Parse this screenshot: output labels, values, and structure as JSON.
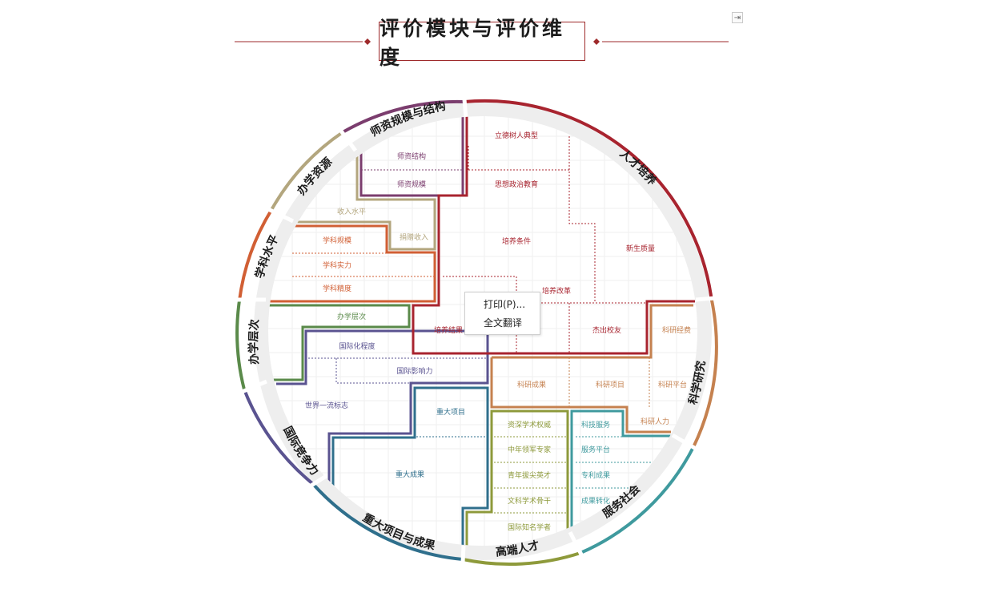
{
  "title": "评价模块与评价维度",
  "context_menu": {
    "items": [
      "打印(P)...",
      "全文翻译"
    ]
  },
  "icons": {
    "corner": "export-icon"
  },
  "colors": {
    "title_border": "#9e2a2b",
    "ring_bg": "#eeeeee",
    "talent": "#a8242f",
    "research": "#c5814f",
    "service": "#3f9a9e",
    "high_talent": "#8e9a3b",
    "major": "#2f6f8c",
    "compete": "#5a5390",
    "level": "#5a8a4a",
    "discipline": "#d15f34",
    "resources": "#b3a67e",
    "faculty": "#7b3d6e"
  },
  "modules": [
    {
      "key": "talent",
      "label": "人才培养"
    },
    {
      "key": "research",
      "label": "科学研究"
    },
    {
      "key": "service",
      "label": "服务社会"
    },
    {
      "key": "high_talent",
      "label": "高端人才"
    },
    {
      "key": "major",
      "label": "重大项目与成果"
    },
    {
      "key": "compete",
      "label": "国际竞争力"
    },
    {
      "key": "level",
      "label": "办学层次"
    },
    {
      "key": "discipline",
      "label": "学科水平"
    },
    {
      "key": "resources",
      "label": "办学资源"
    },
    {
      "key": "faculty",
      "label": "师资规模与结构"
    }
  ],
  "dimensions": [
    {
      "module": "talent",
      "label": "立德树人典型"
    },
    {
      "module": "talent",
      "label": "思想政治教育"
    },
    {
      "module": "talent",
      "label": "培养条件"
    },
    {
      "module": "talent",
      "label": "新生质量"
    },
    {
      "module": "talent",
      "label": "培养改革"
    },
    {
      "module": "talent",
      "label": "培养结果"
    },
    {
      "module": "talent",
      "label": "杰出校友"
    },
    {
      "module": "research",
      "label": "科研经费"
    },
    {
      "module": "research",
      "label": "科研成果"
    },
    {
      "module": "research",
      "label": "科研项目"
    },
    {
      "module": "research",
      "label": "科研平台"
    },
    {
      "module": "research",
      "label": "科研人力"
    },
    {
      "module": "service",
      "label": "科技服务"
    },
    {
      "module": "service",
      "label": "服务平台"
    },
    {
      "module": "service",
      "label": "专利成果"
    },
    {
      "module": "service",
      "label": "成果转化"
    },
    {
      "module": "high_talent",
      "label": "资深学术权威"
    },
    {
      "module": "high_talent",
      "label": "中年领军专家"
    },
    {
      "module": "high_talent",
      "label": "青年拔尖英才"
    },
    {
      "module": "high_talent",
      "label": "文科学术骨干"
    },
    {
      "module": "high_talent",
      "label": "国际知名学者"
    },
    {
      "module": "major",
      "label": "重大项目"
    },
    {
      "module": "major",
      "label": "重大成果"
    },
    {
      "module": "compete",
      "label": "国际化程度"
    },
    {
      "module": "compete",
      "label": "国际影响力"
    },
    {
      "module": "compete",
      "label": "世界一流标志"
    },
    {
      "module": "level",
      "label": "办学层次"
    },
    {
      "module": "discipline",
      "label": "学科规模"
    },
    {
      "module": "discipline",
      "label": "学科实力"
    },
    {
      "module": "discipline",
      "label": "学科精度"
    },
    {
      "module": "resources",
      "label": "收入水平"
    },
    {
      "module": "resources",
      "label": "捐赠收入"
    },
    {
      "module": "faculty",
      "label": "师资结构"
    },
    {
      "module": "faculty",
      "label": "师资规模"
    }
  ]
}
